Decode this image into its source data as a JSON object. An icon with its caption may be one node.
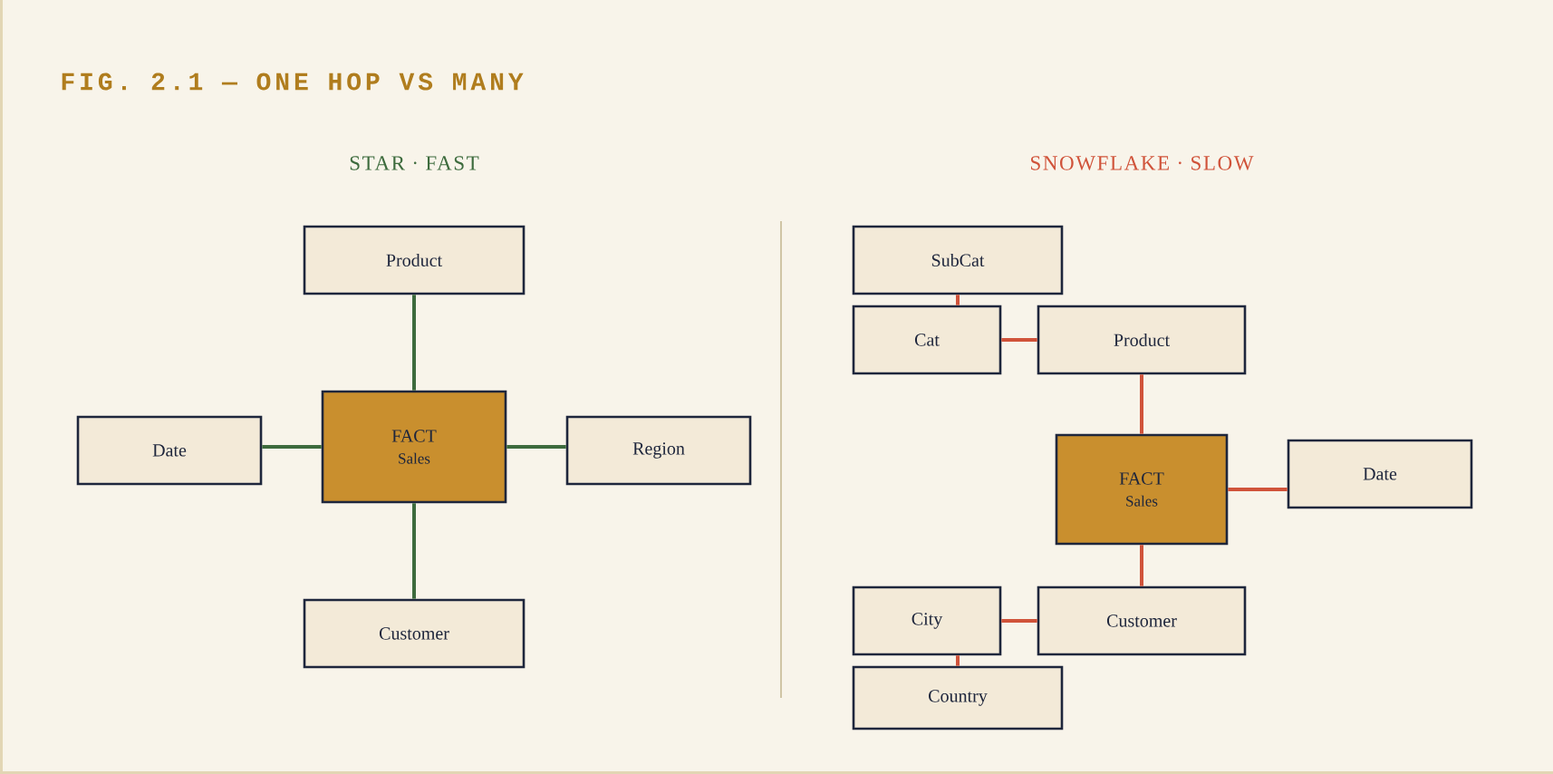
{
  "diagram": {
    "title": "FIG. 2.1 — ONE HOP VS MANY",
    "nodes": [
      {
        "text": [
          "Product"
        ]
      },
      {
        "text": [
          "Date"
        ]
      },
      {
        "text": [
          "FACT",
          "Sales"
        ]
      },
      {
        "text": [
          "Region"
        ]
      },
      {
        "text": [
          "Customer"
        ]
      },
      {
        "text": [
          "SubCat"
        ]
      },
      {
        "text": [
          "Cat"
        ]
      },
      {
        "text": [
          "Product"
        ]
      },
      {
        "text": [
          "FACT",
          "Sales"
        ]
      },
      {
        "text": [
          "Date"
        ]
      },
      {
        "text": [
          "City"
        ]
      },
      {
        "text": [
          "Customer"
        ]
      },
      {
        "text": [
          "Country"
        ]
      }
    ],
    "edges": [
      {
        "from": 0,
        "to": 2,
        "arrow": "none",
        "color": "#3d6b3d"
      },
      {
        "from": 1,
        "to": 2,
        "arrow": "none",
        "color": "#3d6b3d"
      },
      {
        "from": 2,
        "to": 3,
        "arrow": "none",
        "color": "#3d6b3d"
      },
      {
        "from": 2,
        "to": 4,
        "arrow": "none",
        "color": "#3d6b3d"
      },
      {
        "from": 5,
        "to": 6,
        "arrow": "none"
      },
      {
        "from": 6,
        "to": 7,
        "arrow": "none"
      },
      {
        "from": 7,
        "to": 8,
        "arrow": "none"
      },
      {
        "from": 8,
        "to": 9,
        "arrow": "none"
      },
      {
        "from": 8,
        "to": 11,
        "arrow": "none"
      },
      {
        "from": 10,
        "to": 11,
        "arrow": "none"
      },
      {
        "from": 10,
        "to": 12,
        "arrow": "none"
      }
    ],
    "labels": [
      "STAR · FAST",
      "SNOWFLAKE · SLOW"
    ]
  }
}
